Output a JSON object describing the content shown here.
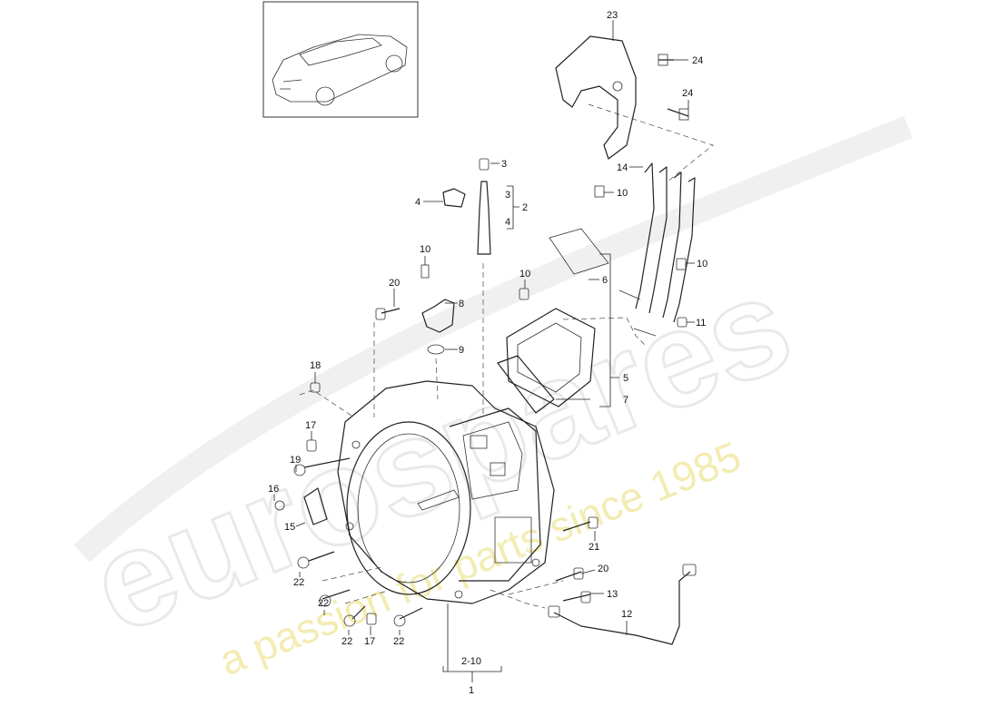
{
  "watermark": {
    "brand": "eurospares",
    "tagline": "a passion for parts since 1985"
  },
  "callouts": [
    {
      "id": "c23",
      "text": "23"
    },
    {
      "id": "c24a",
      "text": "24"
    },
    {
      "id": "c24b",
      "text": "24"
    },
    {
      "id": "c3",
      "text": "3"
    },
    {
      "id": "c4",
      "text": "4"
    },
    {
      "id": "c3b",
      "text": "3"
    },
    {
      "id": "c2",
      "text": "2"
    },
    {
      "id": "c4b",
      "text": "4"
    },
    {
      "id": "c14",
      "text": "14"
    },
    {
      "id": "c10a",
      "text": "10"
    },
    {
      "id": "c10b",
      "text": "10"
    },
    {
      "id": "c10c",
      "text": "10"
    },
    {
      "id": "c10d",
      "text": "10"
    },
    {
      "id": "c6",
      "text": "6"
    },
    {
      "id": "c11",
      "text": "11"
    },
    {
      "id": "c20a",
      "text": "20"
    },
    {
      "id": "c8",
      "text": "8"
    },
    {
      "id": "c9",
      "text": "9"
    },
    {
      "id": "c18",
      "text": "18"
    },
    {
      "id": "c5",
      "text": "5"
    },
    {
      "id": "c7",
      "text": "7"
    },
    {
      "id": "c17a",
      "text": "17"
    },
    {
      "id": "c19",
      "text": "19"
    },
    {
      "id": "c16",
      "text": "16"
    },
    {
      "id": "c15",
      "text": "15"
    },
    {
      "id": "c21",
      "text": "21"
    },
    {
      "id": "c20b",
      "text": "20"
    },
    {
      "id": "c22a",
      "text": "22"
    },
    {
      "id": "c22b",
      "text": "22"
    },
    {
      "id": "c13",
      "text": "13"
    },
    {
      "id": "c12",
      "text": "12"
    },
    {
      "id": "c22c",
      "text": "22"
    },
    {
      "id": "c17b",
      "text": "17"
    },
    {
      "id": "c22d",
      "text": "22"
    },
    {
      "id": "c210",
      "text": "2-10"
    },
    {
      "id": "c1",
      "text": "1"
    }
  ]
}
